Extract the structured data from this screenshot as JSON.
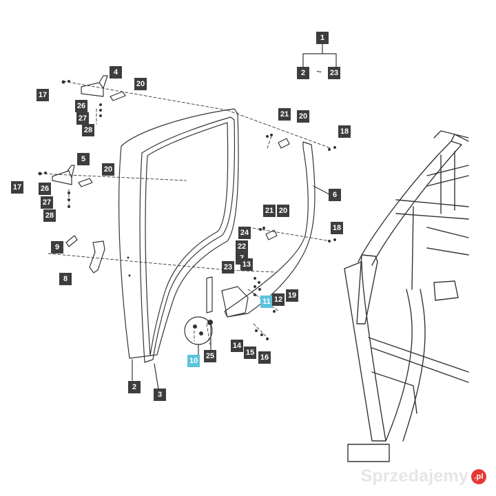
{
  "diagram": {
    "callouts": [
      {
        "id": "c1",
        "text": "1",
        "highlight": false
      },
      {
        "id": "c2",
        "text": "2",
        "highlight": false
      },
      {
        "id": "c23top",
        "text": "23",
        "highlight": false
      },
      {
        "id": "c4",
        "text": "4",
        "highlight": false
      },
      {
        "id": "c17a",
        "text": "17",
        "highlight": false
      },
      {
        "id": "c20a",
        "text": "20",
        "highlight": false
      },
      {
        "id": "c26a",
        "text": "26",
        "highlight": false
      },
      {
        "id": "c27a",
        "text": "27",
        "highlight": false
      },
      {
        "id": "c28a",
        "text": "28",
        "highlight": false
      },
      {
        "id": "c21a",
        "text": "21",
        "highlight": false
      },
      {
        "id": "c20b",
        "text": "20",
        "highlight": false
      },
      {
        "id": "c18a",
        "text": "18",
        "highlight": false
      },
      {
        "id": "c5",
        "text": "5",
        "highlight": false
      },
      {
        "id": "c20c",
        "text": "20",
        "highlight": false
      },
      {
        "id": "c17b",
        "text": "17",
        "highlight": false
      },
      {
        "id": "c26b",
        "text": "26",
        "highlight": false
      },
      {
        "id": "c27b",
        "text": "27",
        "highlight": false
      },
      {
        "id": "c28b",
        "text": "28",
        "highlight": false
      },
      {
        "id": "c6",
        "text": "6",
        "highlight": false
      },
      {
        "id": "c21b",
        "text": "21",
        "highlight": false
      },
      {
        "id": "c20d",
        "text": "20",
        "highlight": false
      },
      {
        "id": "c18b",
        "text": "18",
        "highlight": false
      },
      {
        "id": "c24",
        "text": "24",
        "highlight": false
      },
      {
        "id": "c9",
        "text": "9",
        "highlight": false
      },
      {
        "id": "c22",
        "text": "22",
        "highlight": false
      },
      {
        "id": "c7",
        "text": "7",
        "highlight": false
      },
      {
        "id": "c13",
        "text": "13",
        "highlight": false
      },
      {
        "id": "c8",
        "text": "8",
        "highlight": false
      },
      {
        "id": "c23b",
        "text": "23",
        "highlight": false
      },
      {
        "id": "c11",
        "text": "11",
        "highlight": true
      },
      {
        "id": "c12",
        "text": "12",
        "highlight": false
      },
      {
        "id": "c19",
        "text": "19",
        "highlight": false
      },
      {
        "id": "c14",
        "text": "14",
        "highlight": false
      },
      {
        "id": "c15",
        "text": "15",
        "highlight": false
      },
      {
        "id": "c16",
        "text": "16",
        "highlight": false
      },
      {
        "id": "c10",
        "text": "10",
        "highlight": true
      },
      {
        "id": "c25",
        "text": "25",
        "highlight": false
      },
      {
        "id": "c2b",
        "text": "2",
        "highlight": false
      },
      {
        "id": "c3",
        "text": "3",
        "highlight": false
      }
    ],
    "range_separator": "~"
  },
  "watermark": {
    "text": "Sprzedajemy",
    "badge": ".pl"
  },
  "colors": {
    "label_bg": "#3d3d3d",
    "label_highlight_bg": "#5bc4dd",
    "line": "#333333",
    "watermark_badge": "#e53935"
  }
}
